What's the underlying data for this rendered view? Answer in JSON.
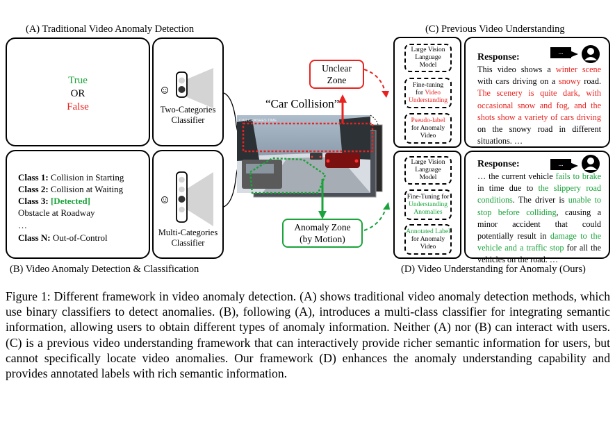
{
  "titles": {
    "a": "(A) Traditional Video Anomaly Detection",
    "b": "(B) Video Anomaly Detection & Classification",
    "c": "(C) Previous Video Understanding",
    "d": "(D) Video Understanding for Anomaly (Ours)"
  },
  "panel_a": {
    "true_label": "True",
    "or_label": "OR",
    "false_label": "False",
    "classifier": [
      "Two-Categories",
      "Classifier"
    ]
  },
  "panel_b": {
    "classes": [
      {
        "prefix": "Class 1:",
        "text": " Collision in Starting"
      },
      {
        "prefix": "Class 2:",
        "text": " Collision at Waiting"
      },
      {
        "prefix": "Class 3:",
        "detected": " [Detected]"
      }
    ],
    "class3_text": "Obstacle at Roadway",
    "ellipsis": "…",
    "class_n_prefix": "Class N:",
    "class_n_text": " Out-of-Control",
    "classifier": [
      "Multi-Categories",
      "Classifier"
    ]
  },
  "middle": {
    "quote": "“Car Collision”",
    "unclear_zone": [
      "Unclear",
      "Zone"
    ],
    "anomaly_zone": [
      "Anomaly Zone",
      "(by Motion)"
    ],
    "video_watermark": "CAR CRASHES TIME"
  },
  "panel_c": {
    "lvlm": [
      "Large Vision",
      "Language",
      "Model"
    ],
    "finetune_a": [
      "Fine-tuning",
      "for"
    ],
    "finetune_b": [
      "Video",
      "Understanding"
    ],
    "pseudo_a": "Pseudo-label",
    "pseudo_b": [
      "for Anomaly",
      "Video"
    ],
    "response_title": "Response:",
    "bubble": "...",
    "response_parts": [
      {
        "t": "This video shows a ",
        "c": ""
      },
      {
        "t": "winter scene",
        "c": "red"
      },
      {
        "t": " with cars driving on a ",
        "c": ""
      },
      {
        "t": "snowy",
        "c": "red"
      },
      {
        "t": " road. ",
        "c": ""
      },
      {
        "t": "The scenery is quite dark, with occasional snow and fog, and the shots show a variety of cars driving",
        "c": "red"
      },
      {
        "t": " on the snowy road in different situations. …",
        "c": ""
      }
    ]
  },
  "panel_d": {
    "lvlm": [
      "Large Vision",
      "Language",
      "Model"
    ],
    "finetune_a": "Fine-Tuning for",
    "finetune_b": [
      "Understanding",
      "Anomalies"
    ],
    "annot_a": "Annotated Label",
    "annot_b": [
      "for Anomaly",
      "Video"
    ],
    "response_title": "Response:",
    "bubble": "...",
    "response_parts": [
      {
        "t": "… the current vehicle ",
        "c": ""
      },
      {
        "t": "fails to brake",
        "c": "green"
      },
      {
        "t": " in time due to ",
        "c": ""
      },
      {
        "t": "the slippery road conditions",
        "c": "green"
      },
      {
        "t": ". The driver is ",
        "c": ""
      },
      {
        "t": "unable to stop before colliding",
        "c": "green"
      },
      {
        "t": ", causing a minor accident that could potentially result in ",
        "c": ""
      },
      {
        "t": "damage to the vehicle and a traffic stop",
        "c": "green"
      },
      {
        "t": " for all the vehicles on the road. …",
        "c": ""
      }
    ]
  },
  "caption": "Figure 1: Different framework in video anomaly detection. (A) shows traditional video anomaly detection methods, which use binary classifiers to detect anomalies. (B), following (A), introduces a multi-class classifier for integrating semantic information, allowing users to obtain different types of anomaly information. Neither (A) nor (B) can interact with users. (C) is a previous video understanding framework that can interactively provide richer semantic information for users, but cannot specifically locate video anomalies. Our framework (D) enhances the anomaly understanding capability and provides annotated labels with rich semantic information.",
  "colors": {
    "red": "#e8231f",
    "green": "#1aa33a",
    "black": "#000000"
  }
}
